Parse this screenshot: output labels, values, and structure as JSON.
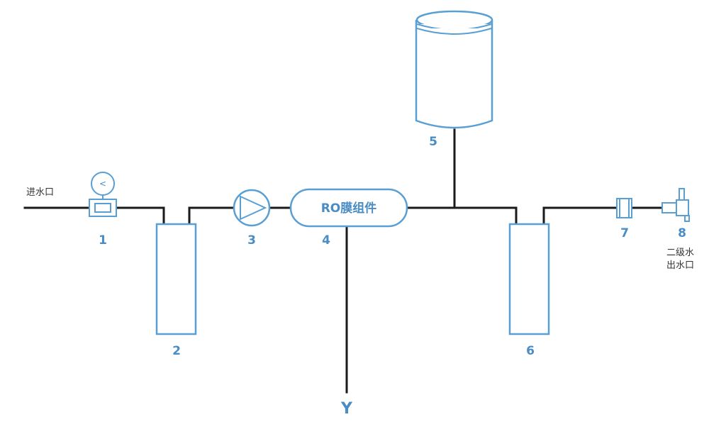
{
  "labels": {
    "inlet": "进水口",
    "outlet_line1": "二级水",
    "outlet_line2": "出水口",
    "ro_module": "RO膜组件",
    "drain": "Y",
    "gauge_symbol": "<"
  },
  "components": [
    {
      "id": "1",
      "icon": "flow-meter-icon"
    },
    {
      "id": "2",
      "icon": "pretreatment-cartridge-icon"
    },
    {
      "id": "3",
      "icon": "pump-icon"
    },
    {
      "id": "4",
      "icon": "ro-membrane-icon"
    },
    {
      "id": "5",
      "icon": "storage-tank-icon"
    },
    {
      "id": "6",
      "icon": "post-filter-cartridge-icon"
    },
    {
      "id": "7",
      "icon": "inline-filter-icon"
    },
    {
      "id": "8",
      "icon": "faucet-icon"
    }
  ],
  "colors": {
    "component_outline": "#5a9fd4",
    "number_label": "#4a8cc4",
    "pipe": "#1a1a1a"
  }
}
